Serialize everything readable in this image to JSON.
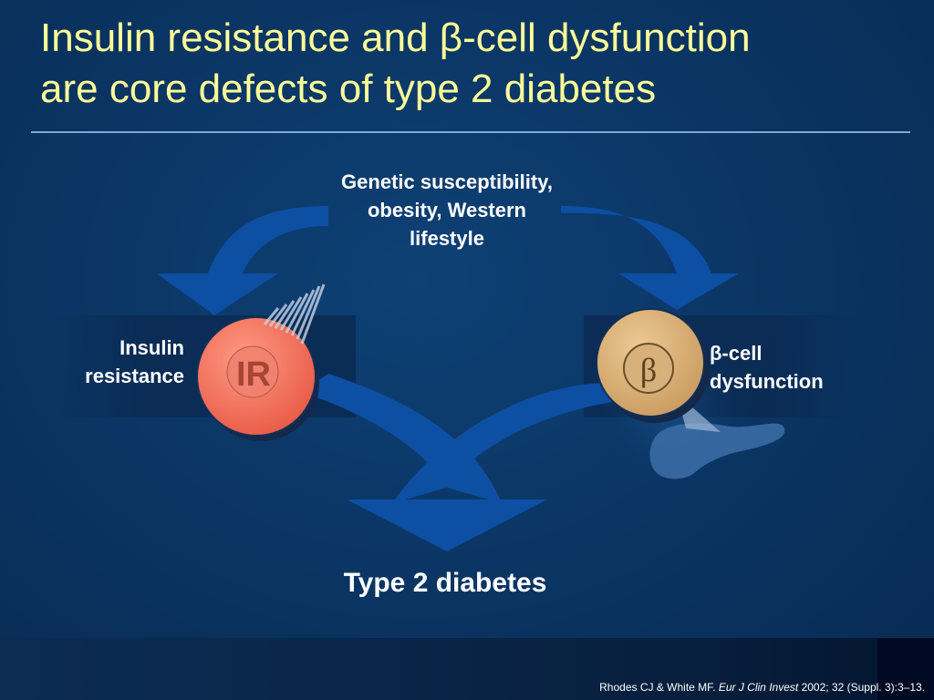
{
  "title": {
    "line1": "Insulin resistance and β-cell dysfunction",
    "line2": "are core defects of type 2 diabetes"
  },
  "diagram": {
    "cause_lines": [
      "Genetic susceptibility,",
      "obesity, Western",
      "lifestyle"
    ],
    "insulin_resistance_label_lines": [
      "Insulin",
      "resistance"
    ],
    "ir_badge": "IR",
    "beta_badge": "β",
    "beta_cell_label_lines": [
      "β-cell",
      "dysfunction"
    ],
    "outcome": "Type 2 diabetes"
  },
  "colors": {
    "background": "#0b3563",
    "title": "#ffff99",
    "arrows": "#0d4fa3",
    "ir_circle": "#f8705a",
    "beta_circle": "#d9b27a",
    "text": "#ffffff"
  },
  "citation": {
    "authors": "Rhodes CJ & White MF.",
    "journal": "Eur J Clin Invest",
    "details": "2002; 32 (Suppl. 3):3–13."
  }
}
